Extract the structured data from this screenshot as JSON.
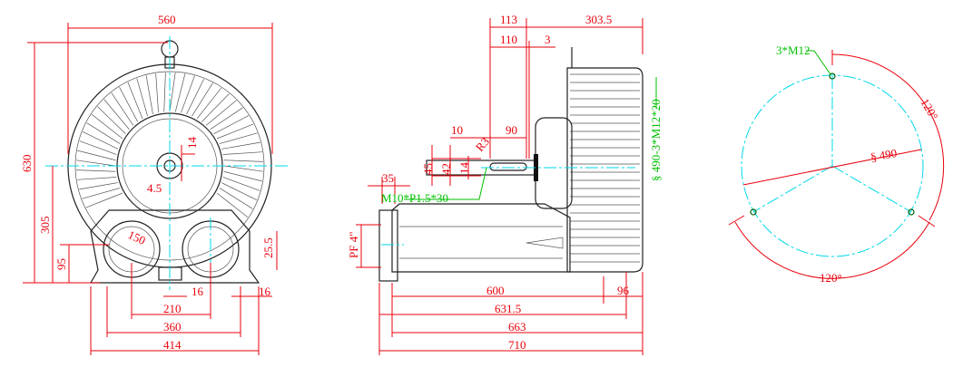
{
  "front_view": {
    "width_top": "560",
    "height_total": "630",
    "height_center": "305",
    "height_inlet": "95",
    "hub_offset": "14",
    "hub_dim": "4.5",
    "inlet_dia": "150",
    "foot_h": "25.5",
    "foot_w1": "16",
    "foot_w2": "16",
    "inlet_spacing": "210",
    "foot_spacing": "360",
    "base_width": "414"
  },
  "side_view": {
    "shaft_to_motor": "113",
    "motor_len": "303.5",
    "shaft_len": "110",
    "gap": "3",
    "key_offset": "10",
    "key_len": "90",
    "key_radius": "R3",
    "shaft_d1": "45",
    "shaft_d2": "42",
    "key_w": "14",
    "flange": "35",
    "thread_note": "M10*P1.5*30",
    "port_note": "PF 4\"",
    "len_600": "600",
    "len_96": "96",
    "len_6315": "631.5",
    "len_663": "663",
    "len_710": "710",
    "flange_note": "§ 490-3*M12*20"
  },
  "bolt_circle": {
    "holes_note": "3*M12",
    "angle_1": "120°",
    "angle_2": "120°",
    "diameter": "§ 490"
  },
  "colors": {
    "dimension": "#e8000b",
    "centerline": "#00d8e8",
    "note": "#00c000",
    "outline": "#222222"
  }
}
